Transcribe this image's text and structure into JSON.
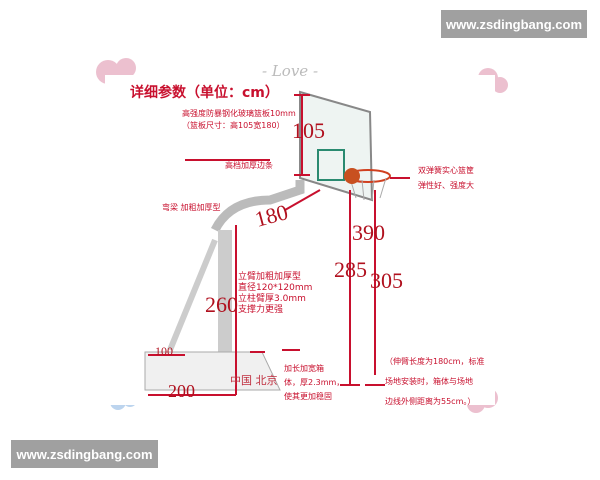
{
  "watermark_top": "www.zsdingbang.com",
  "watermark_bottom": "www.zsdingbang.com",
  "love": "- Love -",
  "title": "详细参数（单位：cm）",
  "backboard_note_1": "高强度防暴钢化玻璃篮板10mm",
  "backboard_note_2": "（篮板尺寸：高105宽180）",
  "edge_note": "高档加厚边条",
  "rim_note_1": "双弹簧实心篮筐",
  "rim_note_2": "弹性好、强度大",
  "arm_note": "弯梁  加粗加厚型",
  "pole_note": [
    "立臂加粗加厚型",
    "直径120*120mm",
    "立柱臂厚3.0mm",
    "支撑力更强"
  ],
  "base_note": [
    "加长加宽箱",
    "体，厚2.3mm，",
    "使其更加稳固"
  ],
  "base_label": "中国 北京",
  "reach_note": [
    "（伸臂长度为180cm，标准",
    "场地安装时，箱体与场地",
    "边线外侧距离为55cm。）"
  ],
  "dimensions": {
    "backboard_height": "105",
    "arm": "180",
    "rim_height": "390",
    "pole": "260",
    "total": "285",
    "top": "305",
    "base_depth": "100",
    "base_length": "200"
  },
  "colors": {
    "annotation": "#c8102e",
    "watermark_bg": "#a0a0a0",
    "heart": "#e8b4c4"
  }
}
